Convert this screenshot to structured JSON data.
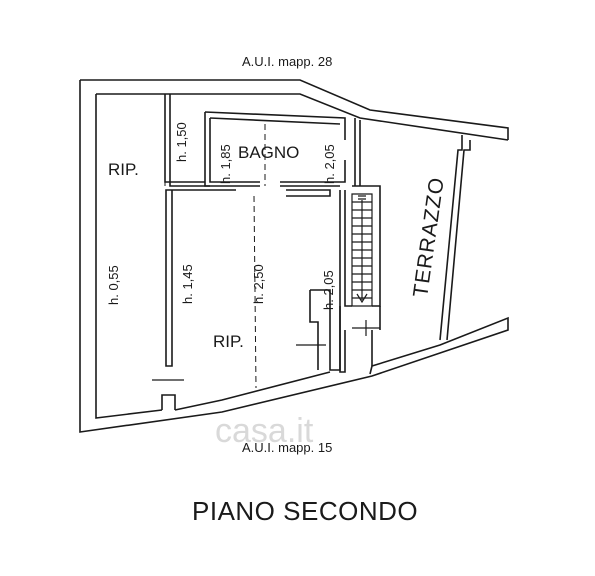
{
  "plan": {
    "top_neighbour": "A.U.I. mapp. 28",
    "bottom_neighbour": "A.U.I. mapp. 15",
    "floor_title": "PIANO SECONDO",
    "rooms": {
      "rip_top": "RIP.",
      "bagno": "BAGNO",
      "rip_bottom": "RIP.",
      "terrazzo": "TERRAZZO"
    },
    "heights": {
      "h_055": "h. 0,55",
      "h_150": "h. 1,50",
      "h_185": "h. 1,85",
      "h_205_top": "h. 2,05",
      "h_145": "h. 1,45",
      "h_250": "h. 2,50",
      "h_205_stair": "h. 2,05"
    },
    "watermark": "casa.it"
  }
}
